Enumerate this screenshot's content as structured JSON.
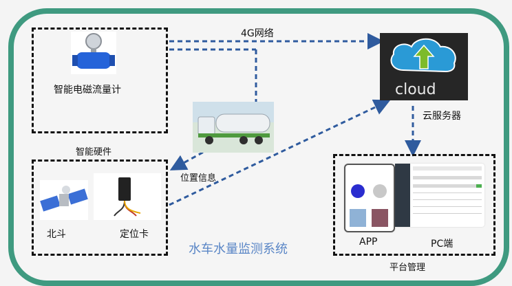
{
  "diagram": {
    "title": "水车水量监测系统",
    "nodes": {
      "flowmeter": "智能电磁流量计",
      "hardware_group": "智能硬件",
      "beidou": "北斗",
      "locator": "定位卡",
      "cloud_logo_text": "cloud",
      "cloud_service": "云服务器",
      "platform_group": "平台管理",
      "app": "APP",
      "pc": "PC端"
    },
    "edges": {
      "network": "4G网络",
      "position": "位置信息"
    }
  },
  "colors": {
    "frame": "#3f9a80",
    "arrow": "#2f5b9e",
    "title": "#5a86c6",
    "cloud_bg": "#262626",
    "cloud_blue": "#2a9ad6",
    "cloud_green": "#7dbb2a"
  }
}
